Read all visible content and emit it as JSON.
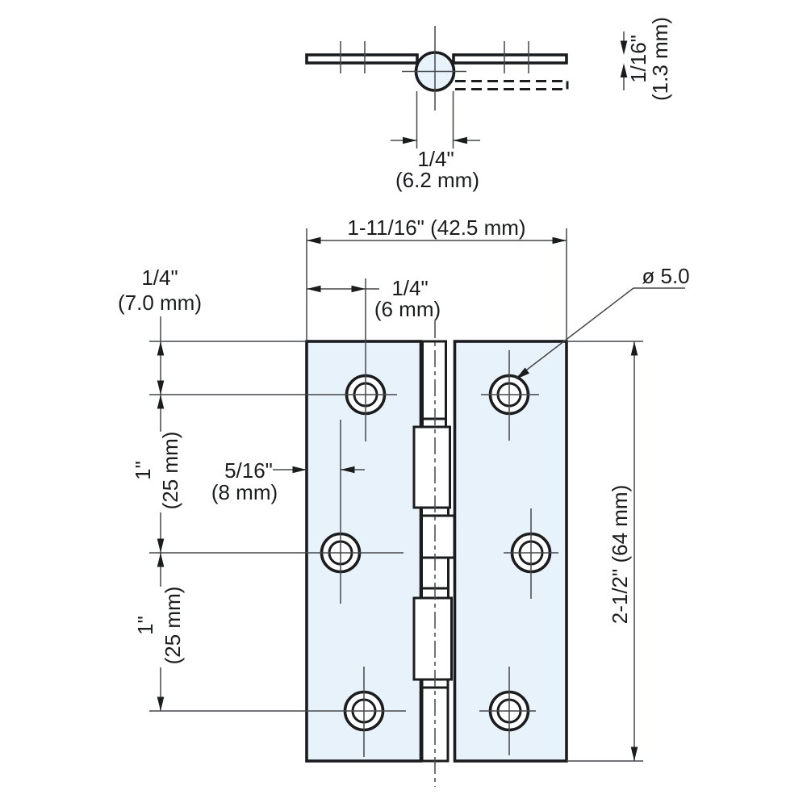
{
  "drawing": {
    "type": "hinge-technical-drawing",
    "colors": {
      "plate_fill": "#e8f2fb",
      "line": "#1b1c1e",
      "background": "#ffffff"
    },
    "top_view": {
      "pin_dia_in": "1/4\"",
      "pin_dia_mm": "(6.2 mm)",
      "thickness_in": "1/16\"",
      "thickness_mm": "(1.3 mm)"
    },
    "front_view": {
      "width": "1-11/16\" (42.5 mm)",
      "top_margin_in": "1/4\"",
      "top_margin_mm": "(7.0 mm)",
      "hole_offset_in": "1/4\"",
      "hole_offset_mm": "(6 mm)",
      "hole_dia": "ø 5.0",
      "pitch1_in": "1\"",
      "pitch1_mm": "(25 mm)",
      "pitch2_in": "1\"",
      "pitch2_mm": "(25 mm)",
      "mid_offset_in": "5/16\"",
      "mid_offset_mm": "(8 mm)",
      "height": "2-1/2\" (64 mm)"
    }
  }
}
